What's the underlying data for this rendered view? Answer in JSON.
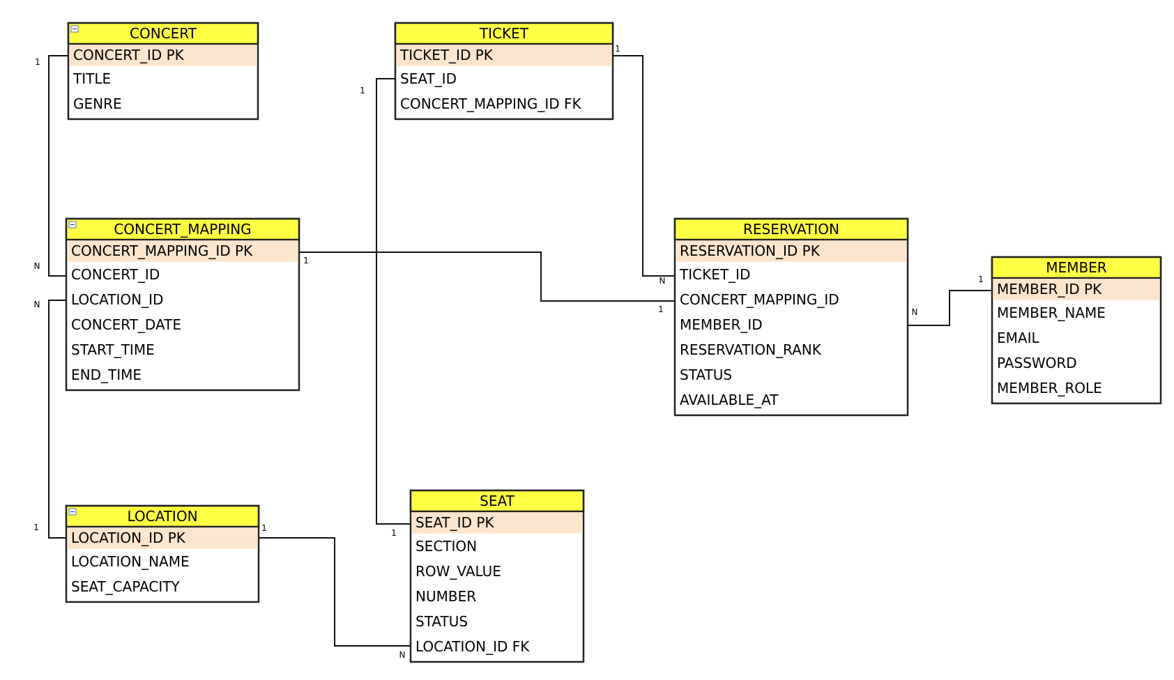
{
  "tables": [
    {
      "id": "concert",
      "title": "CONCERT",
      "collapse_icon": "minus-box-icon",
      "fields": [
        "CONCERT_ID PK",
        "TITLE",
        "GENRE"
      ]
    },
    {
      "id": "ticket",
      "title": "TICKET",
      "fields": [
        "TICKET_ID PK",
        "SEAT_ID",
        "CONCERT_MAPPING_ID FK"
      ]
    },
    {
      "id": "concert-mapping",
      "title": "CONCERT_MAPPING",
      "collapse_icon": "minus-box-icon",
      "fields": [
        "CONCERT_MAPPING_ID PK",
        "CONCERT_ID",
        "LOCATION_ID",
        "CONCERT_DATE",
        "START_TIME",
        "END_TIME"
      ]
    },
    {
      "id": "reservation",
      "title": "RESERVATION",
      "fields": [
        "RESERVATION_ID PK",
        "TICKET_ID",
        "CONCERT_MAPPING_ID",
        "MEMBER_ID",
        "RESERVATION_RANK",
        "STATUS",
        "AVAILABLE_AT"
      ]
    },
    {
      "id": "member",
      "title": "MEMBER",
      "fields": [
        "MEMBER_ID PK",
        "MEMBER_NAME",
        "EMAIL",
        "PASSWORD",
        "MEMBER_ROLE"
      ]
    },
    {
      "id": "location",
      "title": "LOCATION",
      "collapse_icon": "minus-box-icon",
      "fields": [
        "LOCATION_ID PK",
        "LOCATION_NAME",
        "SEAT_CAPACITY"
      ]
    },
    {
      "id": "seat",
      "title": "SEAT",
      "fields": [
        "SEAT_ID PK",
        "SECTION",
        "ROW_VALUE",
        "NUMBER",
        "STATUS",
        "LOCATION_ID FK"
      ]
    }
  ],
  "relationships": [
    {
      "id": "concert-to-mapping",
      "from": "CONCERT.CONCERT_ID",
      "to": "CONCERT_MAPPING.CONCERT_ID",
      "from_card": "1",
      "to_card": "N"
    },
    {
      "id": "location-to-mapping",
      "from": "LOCATION.LOCATION_ID",
      "to": "CONCERT_MAPPING.LOCATION_ID",
      "from_card": "1",
      "to_card": "N"
    },
    {
      "id": "ticket-to-seat",
      "from": "TICKET.SEAT_ID",
      "to": "SEAT.SEAT_ID",
      "from_card": "1",
      "to_card": "1"
    },
    {
      "id": "ticket-to-reservation",
      "from": "TICKET.TICKET_ID",
      "to": "RESERVATION.TICKET_ID",
      "from_card": "1",
      "to_card": "N"
    },
    {
      "id": "mapping-to-reservation",
      "from": "CONCERT_MAPPING.CONCERT_MAPPING_ID",
      "to": "RESERVATION.CONCERT_MAPPING_ID",
      "from_card": "1",
      "to_card": "1"
    },
    {
      "id": "reservation-to-member",
      "from": "RESERVATION.MEMBER_ID",
      "to": "MEMBER.MEMBER_ID",
      "from_card": "N",
      "to_card": "1"
    },
    {
      "id": "location-to-seat",
      "from": "LOCATION.LOCATION_ID",
      "to": "SEAT.LOCATION_ID",
      "from_card": "1",
      "to_card": "N"
    }
  ],
  "colors": {
    "header_fill": "#ffff44",
    "pk_row_fill": "#fbe5cc",
    "body_fill": "#ffffff",
    "border": "#222222",
    "connector": "#111111"
  }
}
